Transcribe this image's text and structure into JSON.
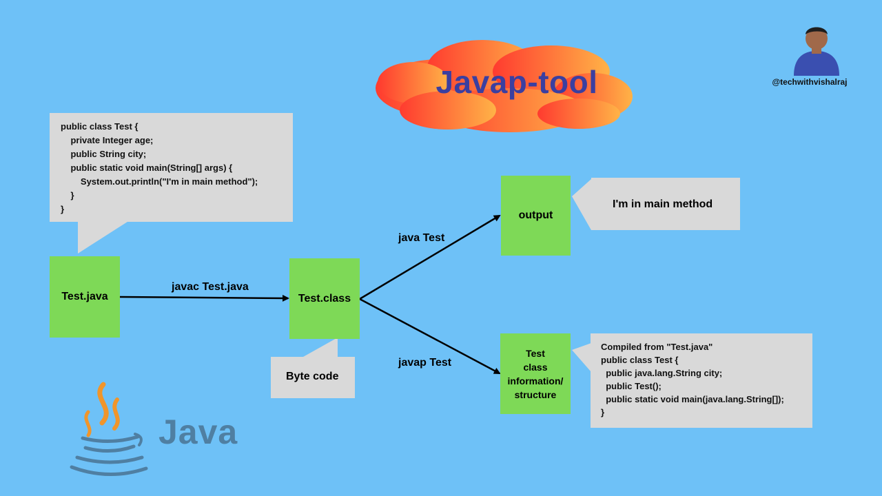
{
  "title": "Javap-tool",
  "handle": "@techwithvishalraj",
  "source_code": "public class Test {\n    private Integer age;\n    public String city;\n    public static void main(String[] args) {\n        System.out.println(\"I'm in main method\");\n    }\n}",
  "nodes": {
    "test_java": "Test.java",
    "test_class": "Test.class",
    "output": "output",
    "structure": "Test\nclass\ninformation/\nstructure"
  },
  "edges": {
    "javac": "javac Test.java",
    "java": "java Test",
    "javap": "javap Test"
  },
  "callouts": {
    "byte_code": "Byte code",
    "output_text": "I'm in main method",
    "javap_output": "Compiled from \"Test.java\"\npublic class Test {\n  public java.lang.String city;\n  public Test();\n  public static void main(java.lang.String[]);\n}"
  },
  "logo": {
    "text": "Java"
  },
  "colors": {
    "background": "#6ec1f7",
    "node": "#7ed957",
    "callout": "#d9d9d9",
    "title": "#3b3fa0",
    "cloud_start": "#ff3b2f",
    "cloud_end": "#ffb347"
  }
}
